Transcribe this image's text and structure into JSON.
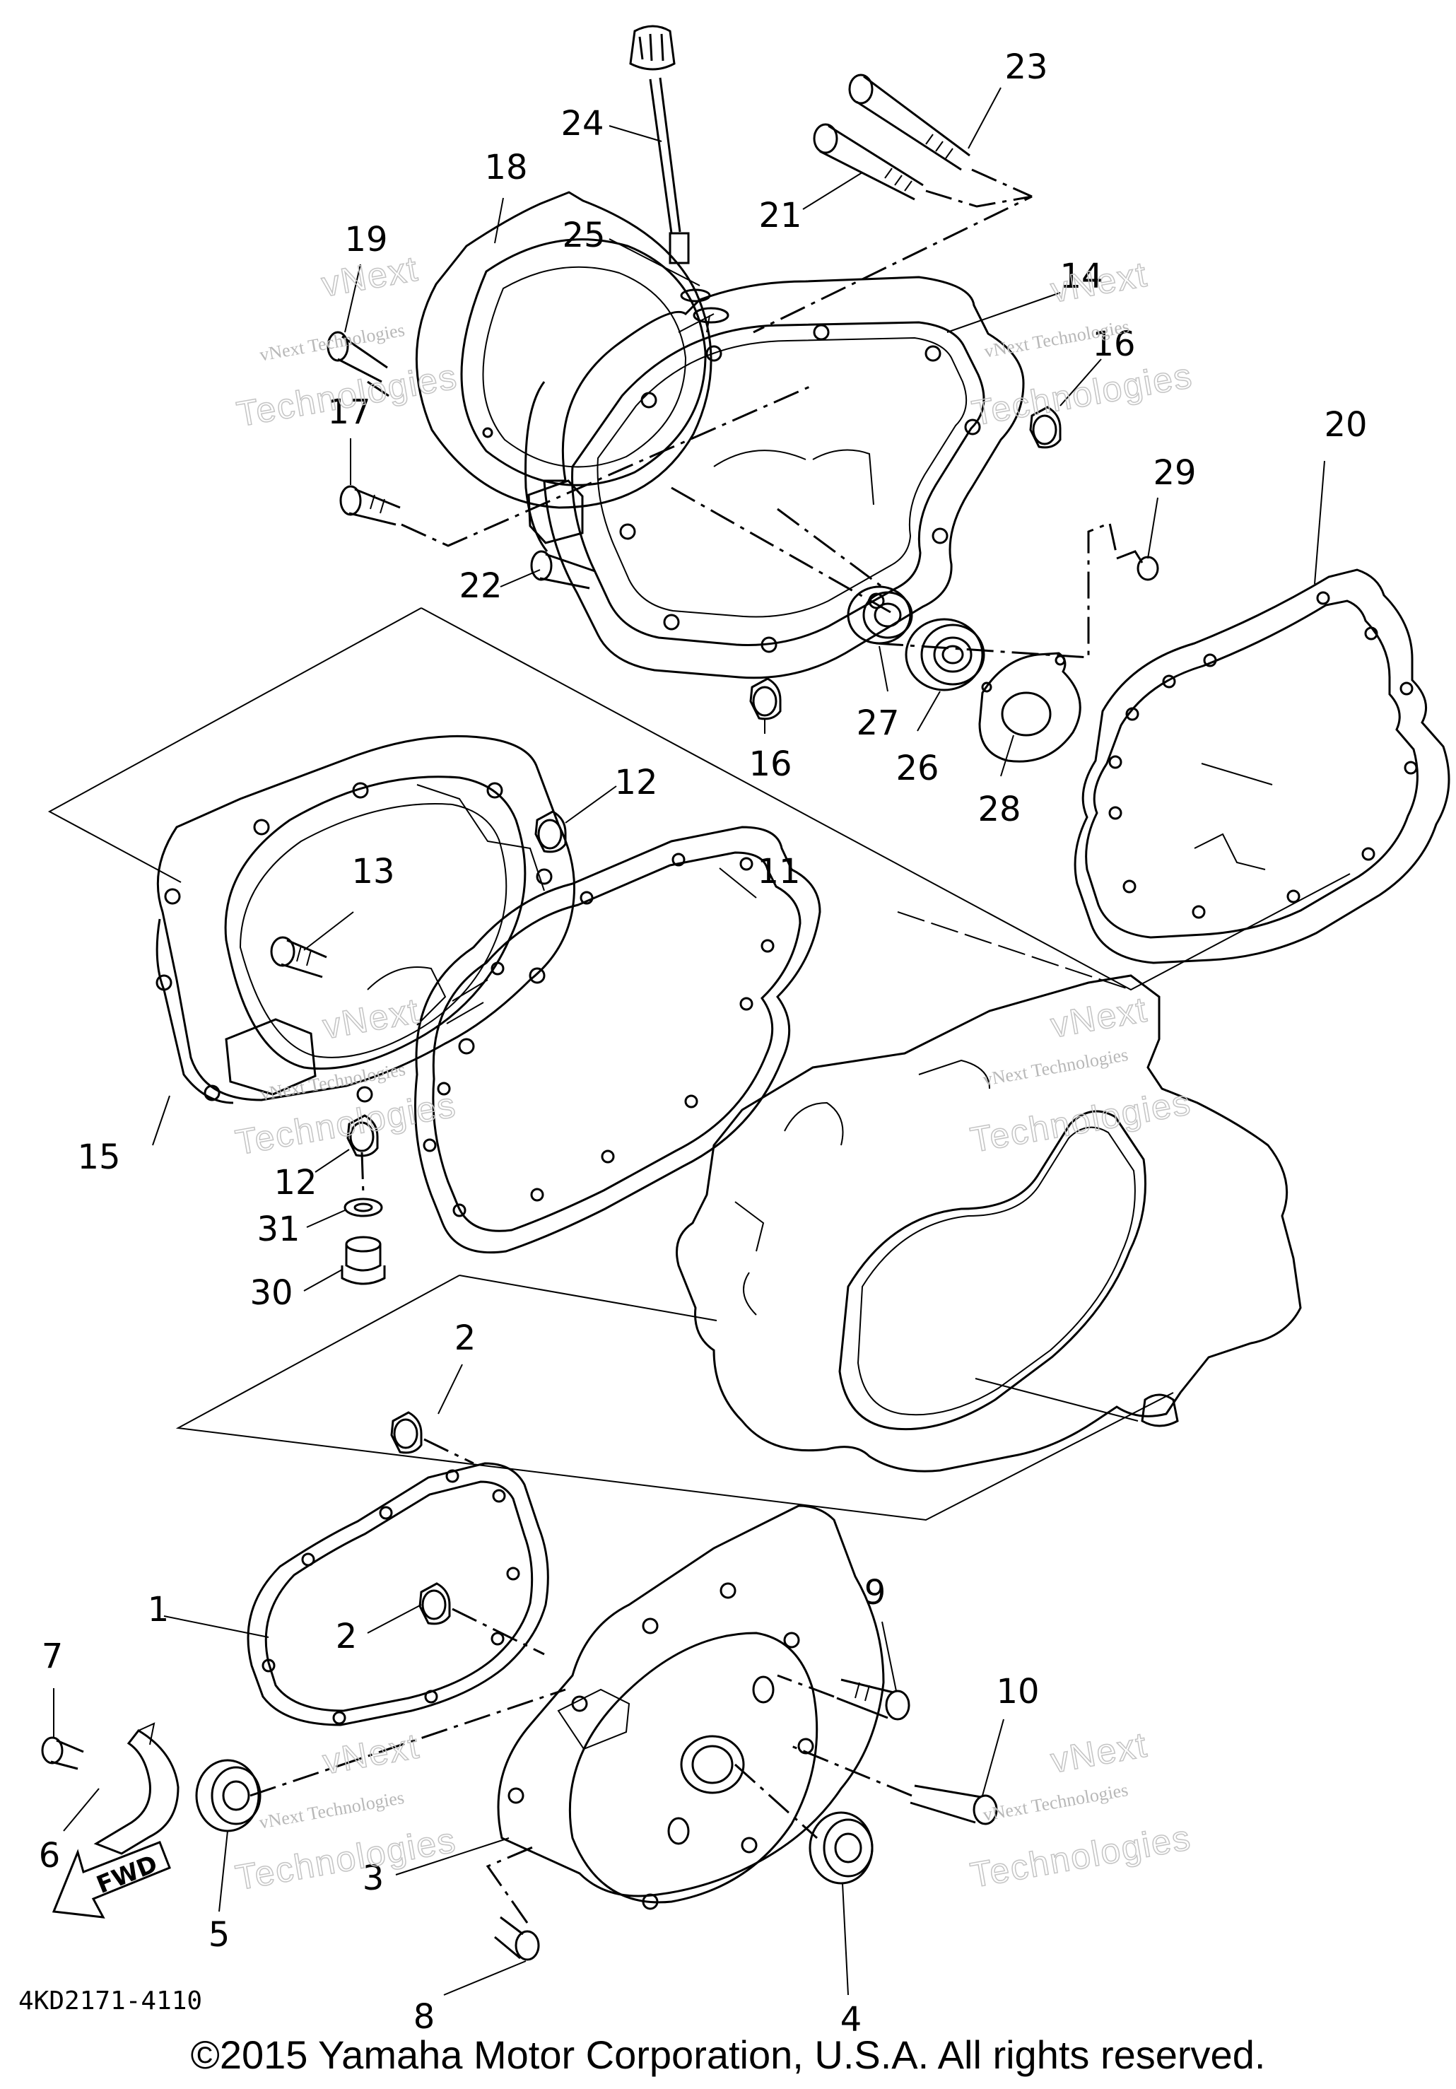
{
  "callouts": [
    {
      "n": "1"
    },
    {
      "n": "2"
    },
    {
      "n": "2"
    },
    {
      "n": "3"
    },
    {
      "n": "4"
    },
    {
      "n": "5"
    },
    {
      "n": "6"
    },
    {
      "n": "7"
    },
    {
      "n": "8"
    },
    {
      "n": "9"
    },
    {
      "n": "10"
    },
    {
      "n": "11"
    },
    {
      "n": "12"
    },
    {
      "n": "12"
    },
    {
      "n": "13"
    },
    {
      "n": "14"
    },
    {
      "n": "15"
    },
    {
      "n": "16"
    },
    {
      "n": "16"
    },
    {
      "n": "17"
    },
    {
      "n": "18"
    },
    {
      "n": "19"
    },
    {
      "n": "20"
    },
    {
      "n": "21"
    },
    {
      "n": "22"
    },
    {
      "n": "23"
    },
    {
      "n": "24"
    },
    {
      "n": "25"
    },
    {
      "n": "26"
    },
    {
      "n": "27"
    },
    {
      "n": "28"
    },
    {
      "n": "29"
    },
    {
      "n": "30"
    },
    {
      "n": "31"
    }
  ],
  "watermark": {
    "line1": "vNext Technologies",
    "line2": "Technologies",
    "line3": "vNext"
  },
  "fwd_label": "FWD",
  "diagram_code": "4KD2171-4110",
  "copyright": "©2015 Yamaha Motor Corporation, U.S.A. All rights reserved."
}
